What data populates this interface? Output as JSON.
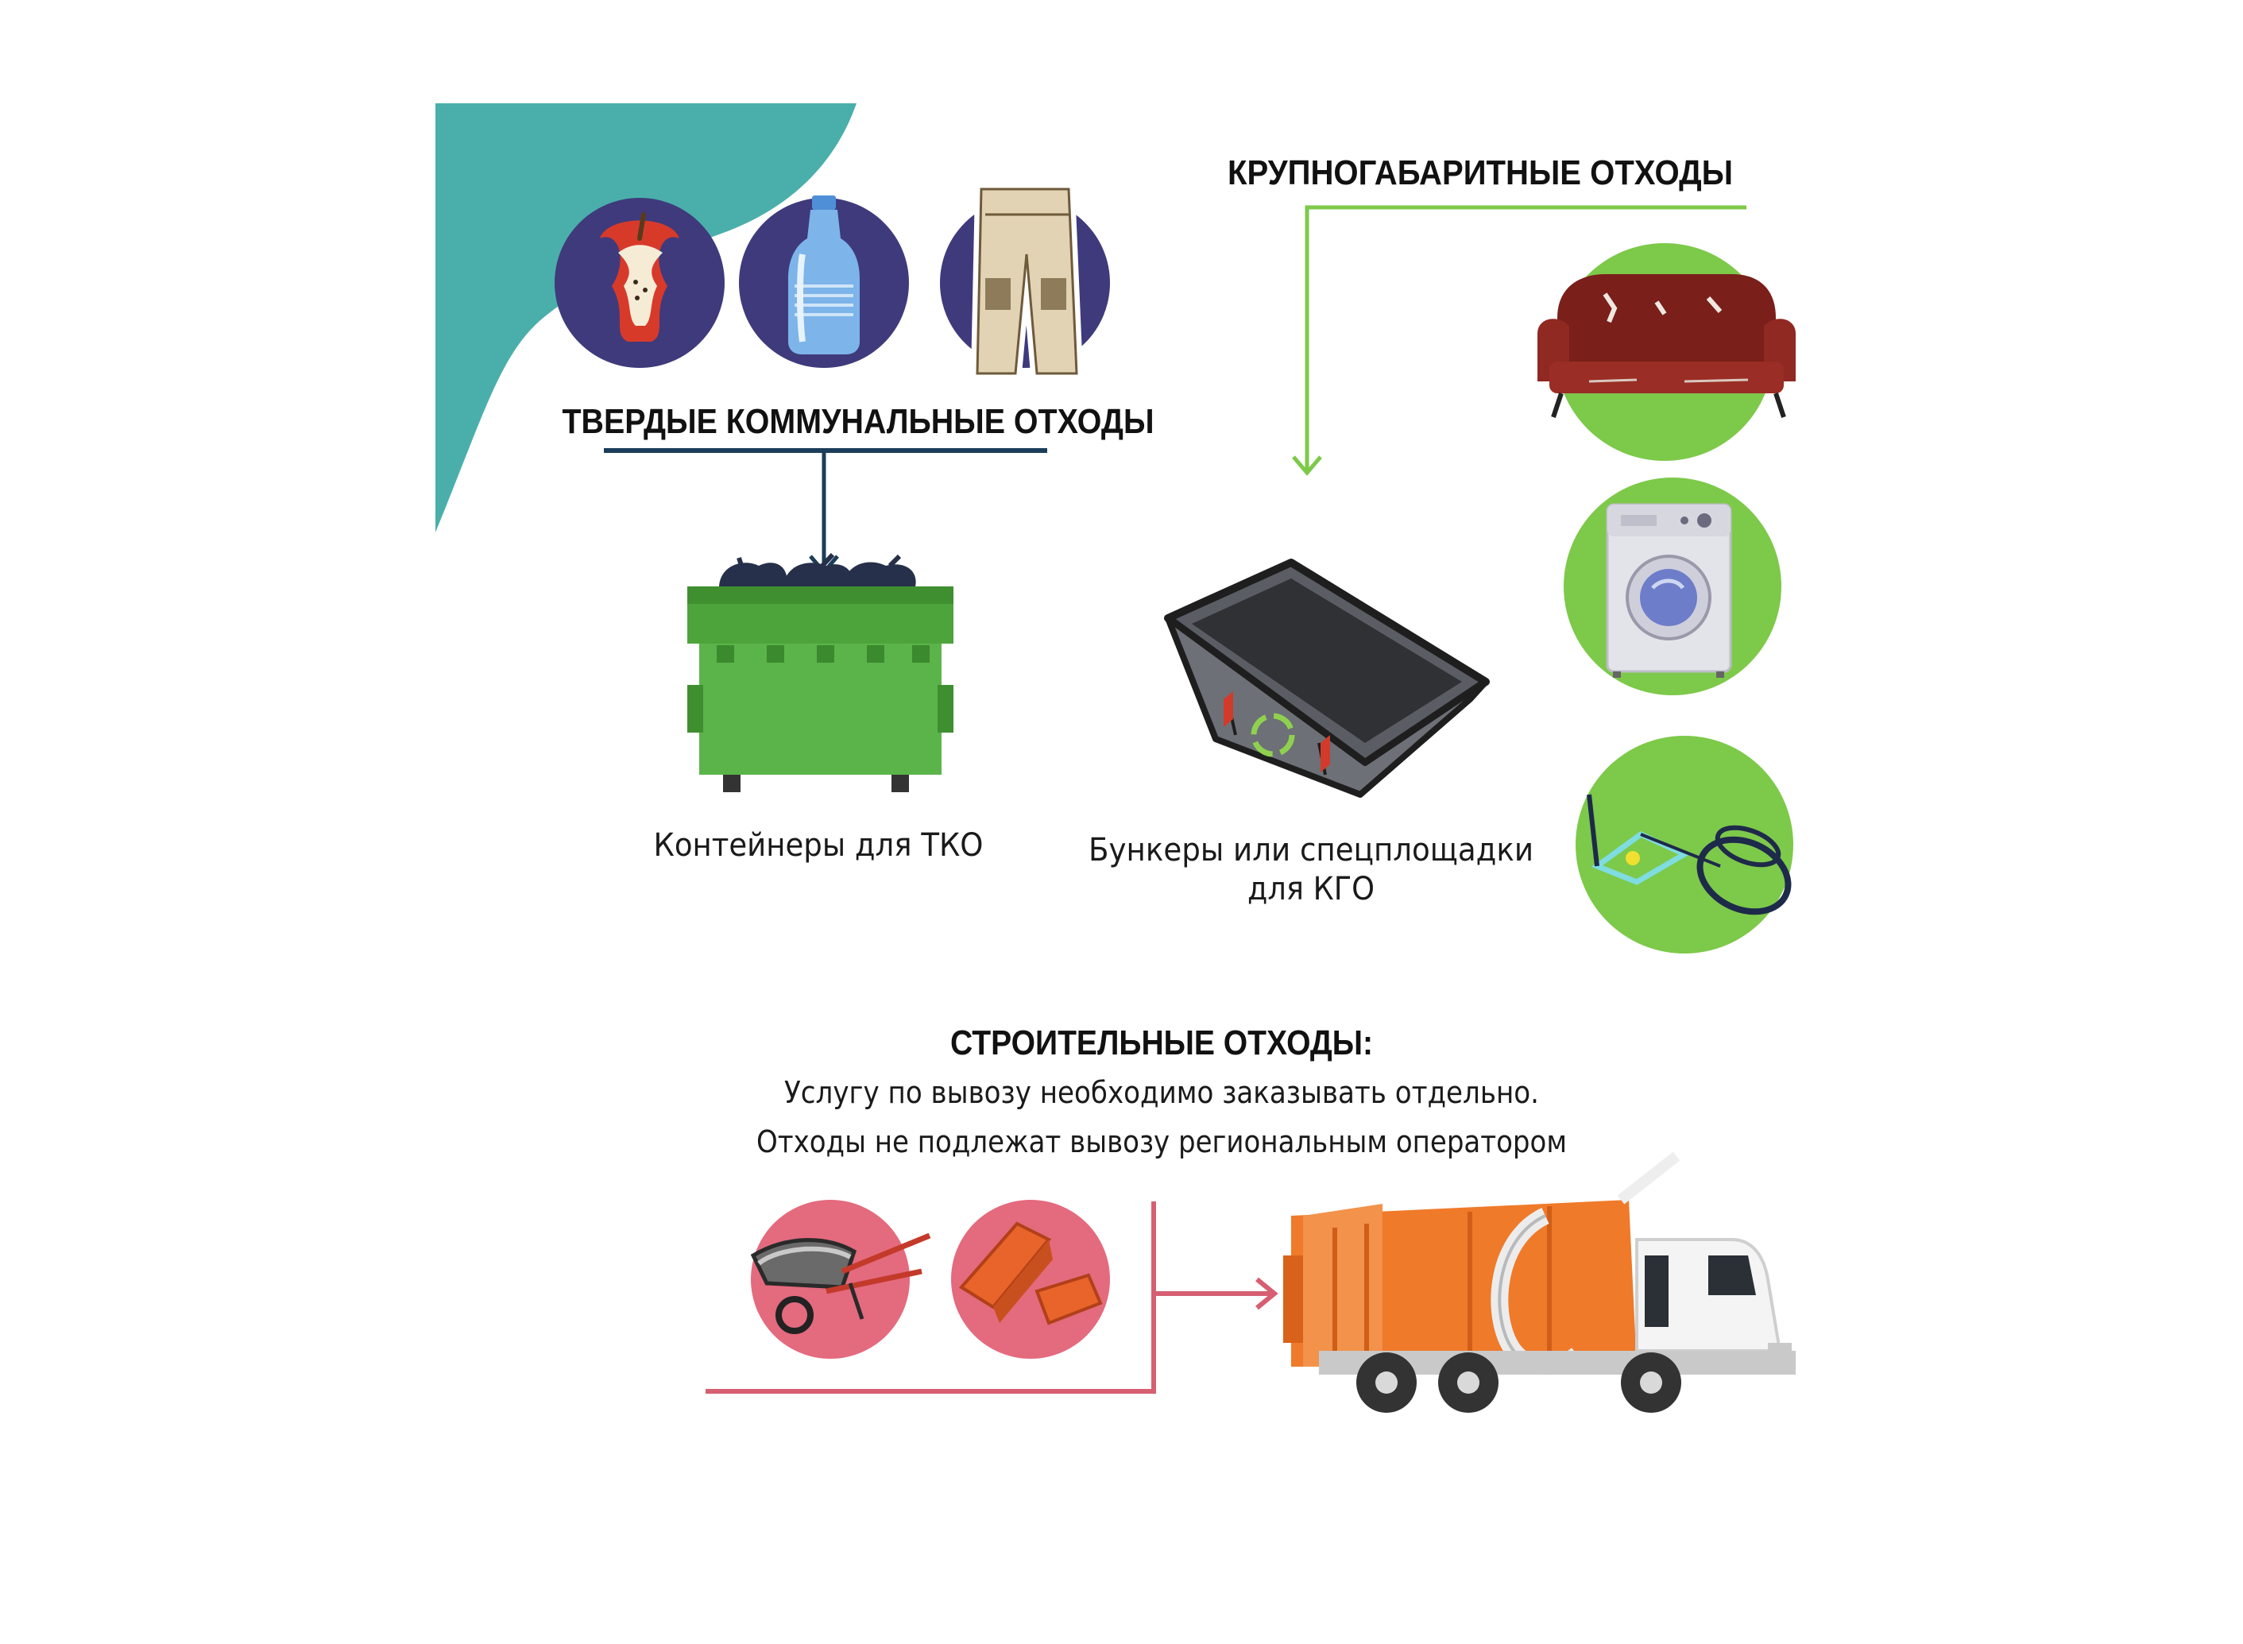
{
  "sections": {
    "household": {
      "title": "ТВЕРДЫЕ КОММУНАЛЬНЫЕ ОТХОДЫ",
      "items": [
        {
          "icon": "apple-core-icon"
        },
        {
          "icon": "plastic-bottle-icon"
        },
        {
          "icon": "old-pants-icon"
        }
      ],
      "destination_label": "Контейнеры для ТКО",
      "destination_icon": "green-dumpster-icon"
    },
    "bulky": {
      "title": "КРУПНОГАБАРИТНЫЕ ОТХОДЫ",
      "items": [
        {
          "icon": "old-sofa-icon"
        },
        {
          "icon": "washing-machine-icon"
        },
        {
          "icon": "bicycle-icon"
        }
      ],
      "destination_label_line1": "Бункеры или спецплощадки",
      "destination_label_line2": "для КГО",
      "destination_icon": "skip-bin-icon"
    },
    "construction": {
      "title": "СТРОИТЕЛЬНЫЕ ОТХОДЫ:",
      "note_line1": "Услугу по вывозу необходимо заказывать отдельно.",
      "note_line2": "Отходы не подлежат вывозу региональным оператором",
      "items": [
        {
          "icon": "wheelbarrow-icon"
        },
        {
          "icon": "bricks-icon"
        }
      ],
      "destination_icon": "garbage-truck-icon"
    }
  },
  "colors": {
    "teal_corner": "#4aafaa",
    "navy_line": "#1b3d5a",
    "purple_circle": "#3f3a7c",
    "green_circle": "#7dc94a",
    "green_line": "#7dc94a",
    "pink_circle": "#e46a7e",
    "pink_line": "#d65f72",
    "dumpster_green": "#4ca43a",
    "truck_orange": "#ef7a2a"
  }
}
